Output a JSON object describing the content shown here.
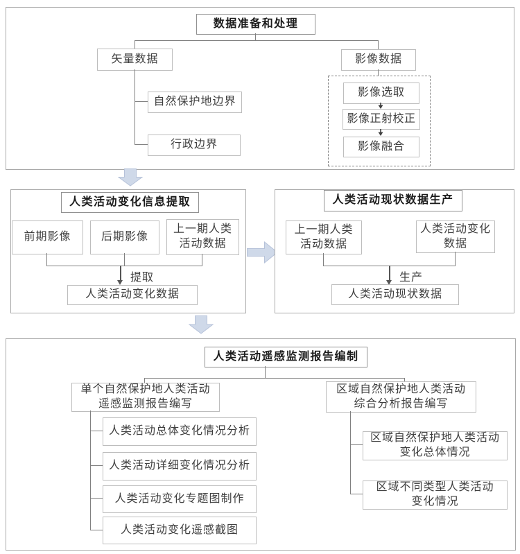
{
  "colors": {
    "section_border": "#a9a9a9",
    "node_border": "#bdbdbd",
    "connector_line": "#808080",
    "text": "#3f3f3f",
    "title_text": "#1c1c1c",
    "big_arrow_fill": "#cfd9e9",
    "big_arrow_stroke": "#b6c2d9",
    "step_arrow": "#3f3f3f"
  },
  "top_section": {
    "title": "数据准备和处理",
    "vector_data": {
      "label": "矢量数据",
      "children": [
        {
          "label": "自然保护地边界"
        },
        {
          "label": "行政边界"
        }
      ]
    },
    "image_data": {
      "label": "影像数据",
      "steps": [
        {
          "label": "影像选取"
        },
        {
          "label": "影像正射校正"
        },
        {
          "label": "影像融合"
        }
      ]
    }
  },
  "extract_section": {
    "title": "人类活动变化信息提取",
    "inputs": [
      {
        "label": "前期影像"
      },
      {
        "label": "后期影像"
      },
      {
        "label": "上一期人类\n活动数据"
      }
    ],
    "process_label": "提取",
    "output": "人类活动变化数据"
  },
  "produce_section": {
    "title": "人类活动现状数据生产",
    "inputs": [
      {
        "label": "上一期人类\n活动数据"
      },
      {
        "label": "人类活动变化\n数据"
      }
    ],
    "process_label": "生产",
    "output": "人类活动现状数据"
  },
  "report_section": {
    "title": "人类活动遥感监测报告编制",
    "single": {
      "header": "单个自然保护地人类活动\n遥感监测报告编写",
      "items": [
        {
          "label": "人类活动总体变化情况分析"
        },
        {
          "label": "人类活动详细变化情况分析"
        },
        {
          "label": "人类活动变化专题图制作"
        },
        {
          "label": "人类活动变化遥感截图"
        }
      ]
    },
    "regional": {
      "header": "区域自然保护地人类活动\n综合分析报告编写",
      "items": [
        {
          "label": "区域自然保护地人类活动\n变化总体情况"
        },
        {
          "label": "区域不同类型人类活动\n变化情况"
        }
      ]
    }
  }
}
